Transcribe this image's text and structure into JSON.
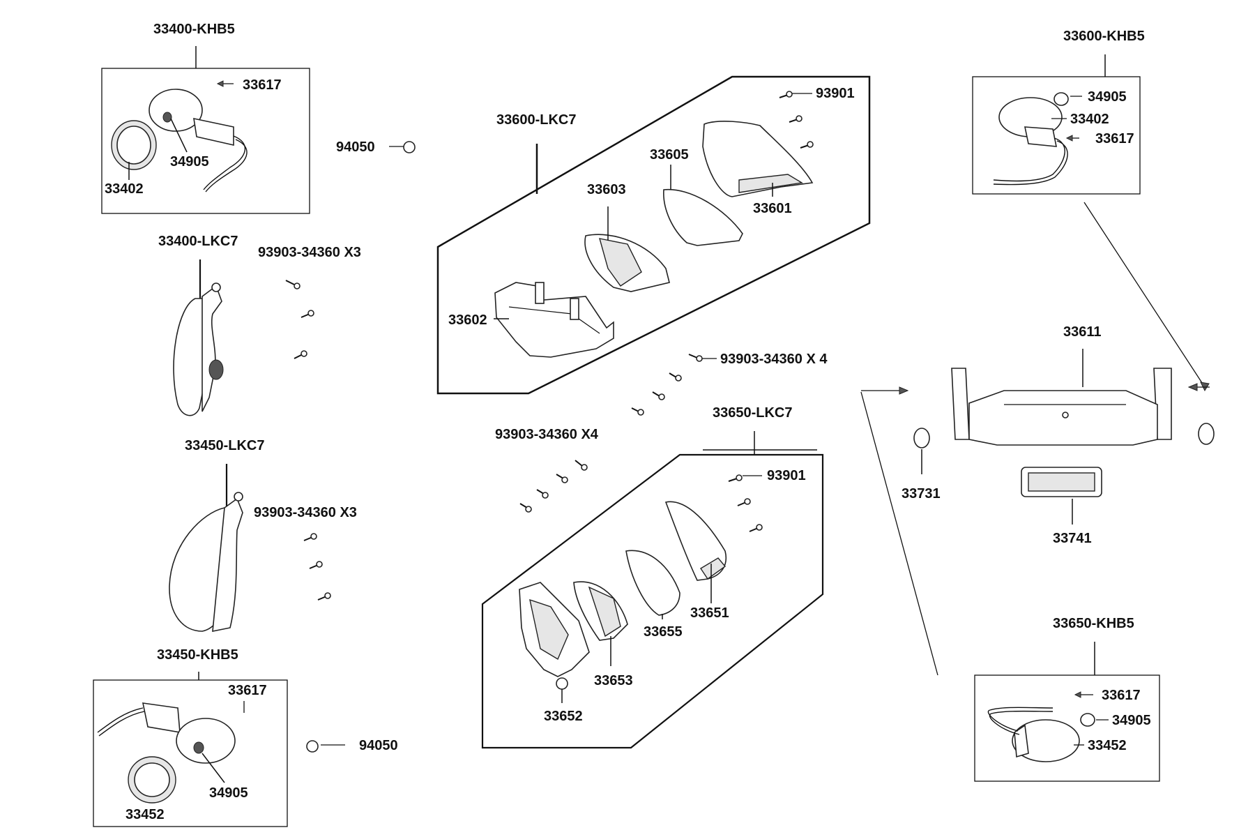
{
  "labels": {
    "g_33400_khb5": "33400-KHB5",
    "l_33617_a": "33617",
    "l_34905_a": "34905",
    "l_33402_a": "33402",
    "l_94050_top": "94050",
    "g_33400_lkc7": "33400-LKC7",
    "l_93903_x3_a": "93903-34360 X3",
    "g_33450_lkc7": "33450-LKC7",
    "l_93903_x3_b": "93903-34360 X3",
    "g_33450_khb5": "33450-KHB5",
    "l_33617_b": "33617",
    "l_34905_b": "34905",
    "l_33452_a": "33452",
    "l_94050_bot": "94050",
    "g_33600_lkc7": "33600-LKC7",
    "l_93901_a": "93901",
    "l_33605": "33605",
    "l_33603": "33603",
    "l_33601": "33601",
    "l_33602": "33602",
    "l_93903_x4_a": "93903-34360 X 4",
    "l_93903_x4_b": "93903-34360 X4",
    "g_33650_lkc7": "33650-LKC7",
    "l_93901_b": "93901",
    "l_33651": "33651",
    "l_33655": "33655",
    "l_33653": "33653",
    "l_33652": "33652",
    "g_33600_khb5": "33600-KHB5",
    "l_34905_c": "34905",
    "l_33402_c": "33402",
    "l_33617_c": "33617",
    "l_33611": "33611",
    "l_33731": "33731",
    "l_33741": "33741",
    "g_33650_khb5": "33650-KHB5",
    "l_33617_d": "33617",
    "l_34905_d": "34905",
    "l_33452_d": "33452"
  }
}
